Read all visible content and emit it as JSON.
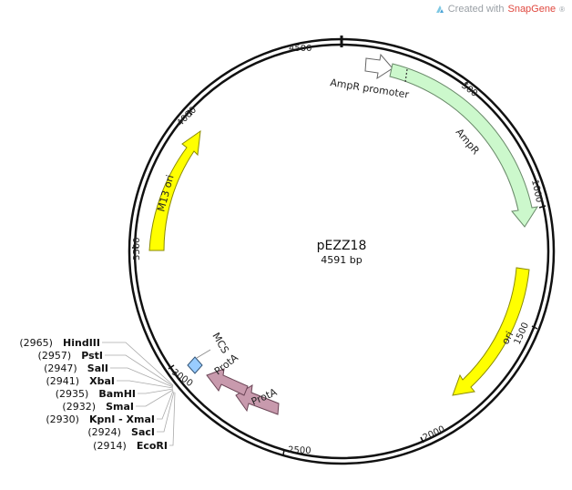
{
  "watermark": {
    "prefix": "Created with ",
    "brand": "SnapGene",
    "mark": "®"
  },
  "plasmid": {
    "name": "pEZZ18",
    "length_label": "4591 bp",
    "length_bp": 4591
  },
  "ticks": [
    "500",
    "1000",
    "1500",
    "2000",
    "2500",
    "3000",
    "3500",
    "4000",
    "4500"
  ],
  "features": [
    {
      "label": "AmpR promoter",
      "color": "#ffffff"
    },
    {
      "label": "AmpR",
      "color": "#ccf8cc"
    },
    {
      "label": "ori",
      "color": "#ffff00"
    },
    {
      "label": "ProtA",
      "color": "#c89aad"
    },
    {
      "label": "ProtA",
      "color": "#c89aad"
    },
    {
      "label": "MCS",
      "color": "#99ccff"
    },
    {
      "label": "M13 ori",
      "color": "#ffff00"
    }
  ],
  "sites": [
    {
      "pos": "(2965)",
      "name": "HindIII"
    },
    {
      "pos": "(2957)",
      "name": "PstI"
    },
    {
      "pos": "(2947)",
      "name": "SalI"
    },
    {
      "pos": "(2941)",
      "name": "XbaI"
    },
    {
      "pos": "(2935)",
      "name": "BamHI"
    },
    {
      "pos": "(2932)",
      "name": "SmaI"
    },
    {
      "pos": "(2930)",
      "name": "KpnI - XmaI"
    },
    {
      "pos": "(2924)",
      "name": "SacI"
    },
    {
      "pos": "(2914)",
      "name": "EcoRI"
    }
  ]
}
